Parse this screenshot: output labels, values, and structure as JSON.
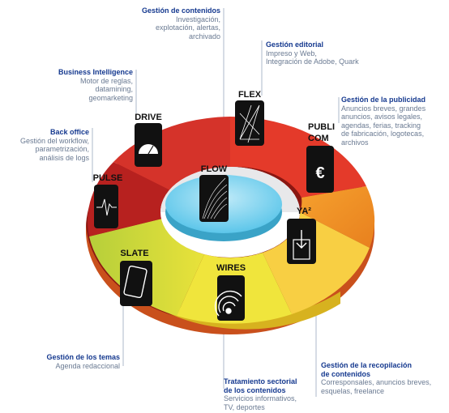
{
  "diagram": {
    "center": {
      "label": "FLOW"
    },
    "modules": [
      {
        "key": "flex",
        "label": "FLEX",
        "icon": "expanding-lines-icon",
        "color": "#e03a2a"
      },
      {
        "key": "publi",
        "label": "PUBLI\nCOM",
        "icon": "euro-icon",
        "color": "#f2952a"
      },
      {
        "key": "ya",
        "label": "YA²",
        "icon": "inbox-download-icon",
        "color": "#f6d23a"
      },
      {
        "key": "wires",
        "label": "WIRES",
        "icon": "broadcast-signal-icon",
        "color": "#f2e437"
      },
      {
        "key": "slate",
        "label": "SLATE",
        "icon": "tablet-icon",
        "color": "#c6d43a"
      },
      {
        "key": "pulse",
        "label": "PULSE",
        "icon": "heartbeat-icon",
        "color": "#c2242a"
      },
      {
        "key": "drive",
        "label": "DRIVE",
        "icon": "speedometer-icon",
        "color": "#d8302a"
      }
    ]
  },
  "callouts": {
    "contenidos": {
      "title": "Gestión de contenidos",
      "desc": "Investigación,\nexplotación, alertas,\narchivado"
    },
    "editorial": {
      "title": "Gestión editorial",
      "desc": "Impreso y Web,\nIntegración de Adobe, Quark"
    },
    "bi": {
      "title": "Business Intelligence",
      "desc": "Motor de reglas,\ndatamining,\ngeomarketing"
    },
    "backoffice": {
      "title": "Back office",
      "desc": "Gestión del workflow,\nparametrización,\nanálisis de logs"
    },
    "publicidad": {
      "title": "Gestión de la publicidad",
      "desc": "Anuncios breves, grandes\nanuncios, avisos legales,\nagendas, ferias, tracking\nde fabricación, logotecas,\narchivos"
    },
    "temas": {
      "title": "Gestión de los temas",
      "desc": "Agenda redaccional"
    },
    "recopilacion": {
      "title": "Gestión de la recopilación\nde contenidos",
      "desc": "Corresponsales, anuncios breves,\nesquelas, freelance"
    },
    "tratamiento": {
      "title": "Tratamiento sectorial\nde los contenidos",
      "desc": "Servicios informativos,\nTV, deportes"
    }
  }
}
